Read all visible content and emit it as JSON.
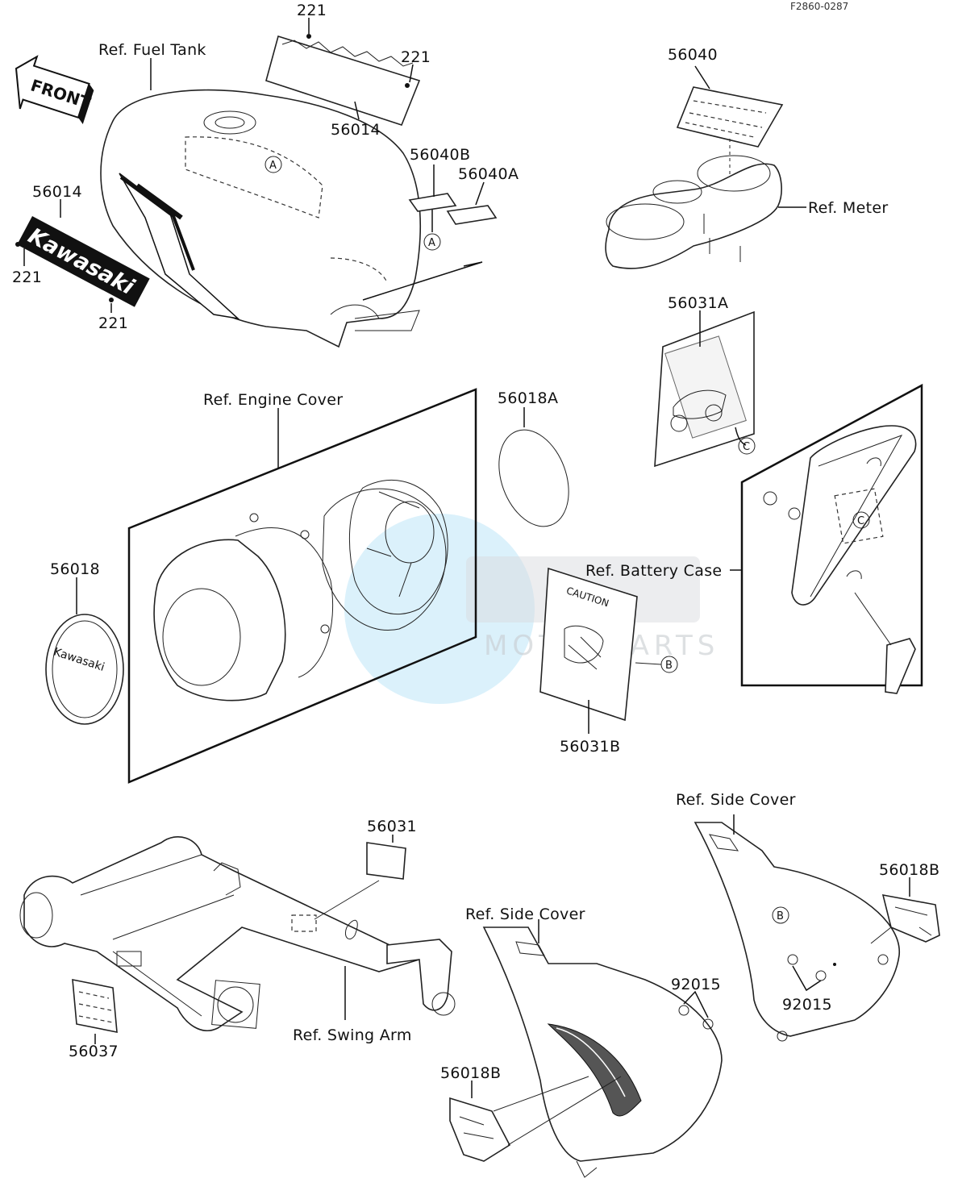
{
  "ref_code": "F2860-0287",
  "labels": {
    "fuel_tank": "Ref. Fuel Tank",
    "meter": "Ref. Meter",
    "engine_cover": "Ref. Engine Cover",
    "battery_case": "Ref. Battery Case",
    "swing_arm": "Ref. Swing Arm",
    "side_cover_right": "Ref. Side Cover",
    "side_cover_left": "Ref. Side Cover"
  },
  "part_numbers": {
    "p221_top": "221",
    "p221_right": "221",
    "p221_left": "221",
    "p221_bottom": "221",
    "p56014_top": "56014",
    "p56014_left": "56014",
    "p56040": "56040",
    "p56040B": "56040B",
    "p56040A": "56040A",
    "p56031A": "56031A",
    "p56018A": "56018A",
    "p56018": "56018",
    "p56031B": "56031B",
    "p56031": "56031",
    "p56037": "56037",
    "p56018B_left": "56018B",
    "p56018B_right": "56018B",
    "p92015_left": "92015",
    "p92015_right": "92015"
  },
  "callouts": {
    "a": "A",
    "b": "B",
    "c": "C"
  },
  "decal_text": {
    "front": "FRONT",
    "kawasaki_tank": "Kawasaki",
    "kawasaki_cover": "Kawasaki",
    "caution": "CAUTION"
  },
  "watermark": {
    "text": "MOTORPARTS"
  }
}
